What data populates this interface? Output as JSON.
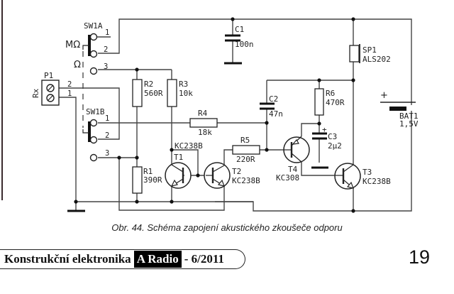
{
  "figure": {
    "caption": "Obr. 44. Schéma zapojení akustického zkoušeče odporu"
  },
  "components": {
    "P1": {
      "ref": "P1",
      "side_label": "Rx",
      "pin1": "1",
      "pin2": "2"
    },
    "SW1A": {
      "ref": "SW1A",
      "pos1": "1",
      "pos2": "2",
      "pos3": "3",
      "range_high": "MΩ",
      "range_low": "Ω"
    },
    "SW1B": {
      "ref": "SW1B",
      "pos1": "1",
      "pos2": "2",
      "pos3": "3"
    },
    "R1": {
      "ref": "R1",
      "value": "390R"
    },
    "R2": {
      "ref": "R2",
      "value": "560R"
    },
    "R3": {
      "ref": "R3",
      "value": "10k"
    },
    "R4": {
      "ref": "R4",
      "value": "18k"
    },
    "R5": {
      "ref": "R5",
      "value": "220R"
    },
    "R6": {
      "ref": "R6",
      "value": "470R"
    },
    "C1": {
      "ref": "C1",
      "value": "100n"
    },
    "C2": {
      "ref": "C2",
      "value": "47n"
    },
    "C3": {
      "ref": "C3",
      "value": "2µ2",
      "polarity": "+"
    },
    "T1": {
      "ref": "T1",
      "type": "KC238B"
    },
    "T2": {
      "ref": "T2",
      "type": "KC238B"
    },
    "T3": {
      "ref": "T3",
      "type": "KC238B"
    },
    "T4": {
      "ref": "T4",
      "type": "KC308"
    },
    "SP1": {
      "ref": "SP1",
      "type": "ALS202"
    },
    "BAT1": {
      "ref": "BAT1",
      "value": "1,5V",
      "polarity": "+"
    }
  },
  "footer": {
    "magazine": "Konstrukční elektronika",
    "brand": "A Radio",
    "issue": "- 6/2011",
    "page_number": "19"
  }
}
